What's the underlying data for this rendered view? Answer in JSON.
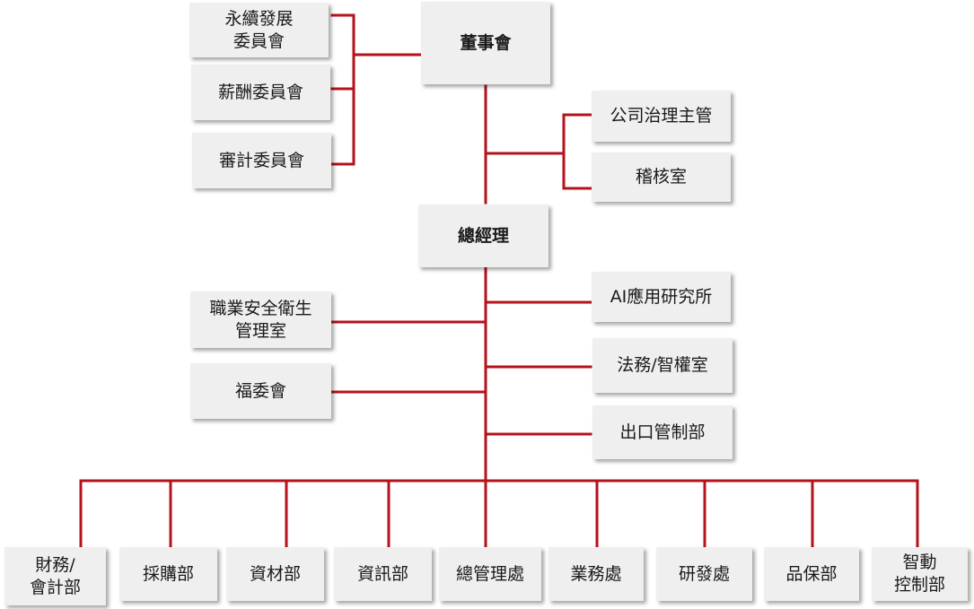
{
  "line_color": "#b5121b",
  "box_color": "#efefef",
  "nodes": {
    "board": "董事會",
    "sustainability": "永續發展\n委員會",
    "remuneration": "薪酬委員會",
    "audit": "審計委員會",
    "governance": "公司治理主管",
    "internal_audit": "稽核室",
    "gm": "總經理",
    "ai_institute": "AI應用研究所",
    "legal_ip": "法務/智權室",
    "export_control": "出口管制部",
    "ohs": "職業安全衛生\n管理室",
    "welfare": "福委會",
    "finance": "財務/\n會計部",
    "purchasing": "採購部",
    "materials": "資材部",
    "it": "資訊部",
    "admin": "總管理處",
    "sales": "業務處",
    "rd": "研發處",
    "qa": "品保部",
    "automation": "智動\n控制部"
  }
}
